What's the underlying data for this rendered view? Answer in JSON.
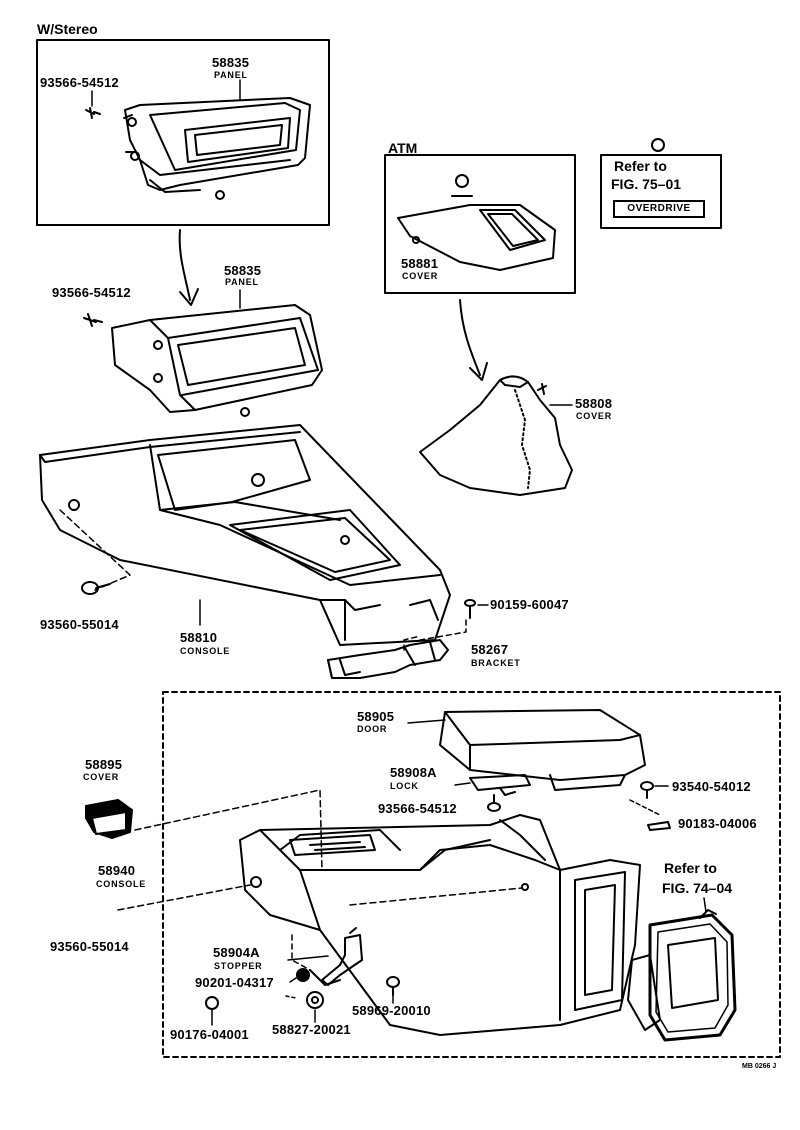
{
  "labels": {
    "w_stereo": "W/Stereo",
    "atm": "ATM",
    "refer1_a": "Refer to",
    "refer1_b": "FIG. 75–01",
    "overdrive": "OVERDRIVE",
    "refer2_a": "Refer to",
    "refer2_b": "FIG. 74–04",
    "p58835_top": "58835",
    "p58835_top_name": "PANEL",
    "p93566_top": "93566-54512",
    "p58835_mid": "58835",
    "p58835_mid_name": "PANEL",
    "p93566_mid": "93566-54512",
    "p58881": "58881",
    "p58881_name": "COVER",
    "p58808": "58808",
    "p58808_name": "COVER",
    "p90159": "90159-60047",
    "p58267": "58267",
    "p58267_name": "BRACKET",
    "p93560_top": "93560-55014",
    "p58810": "58810",
    "p58810_name": "CONSOLE",
    "p58905": "58905",
    "p58905_name": "DOOR",
    "p58908a": "58908A",
    "p58908a_name": "LOCK",
    "p93566_low": "93566-54512",
    "p93540": "93540-54012",
    "p90183": "90183-04006",
    "p58895": "58895",
    "p58895_name": "COVER",
    "p58940": "58940",
    "p58940_name": "CONSOLE",
    "p93560_low": "93560-55014",
    "p58904a": "58904A",
    "p58904a_name": "STOPPER",
    "p90201": "90201-04317",
    "p58969": "58969-20010",
    "p90176": "90176-04001",
    "p58827": "58827-20021",
    "code": "MB 0266 J"
  }
}
